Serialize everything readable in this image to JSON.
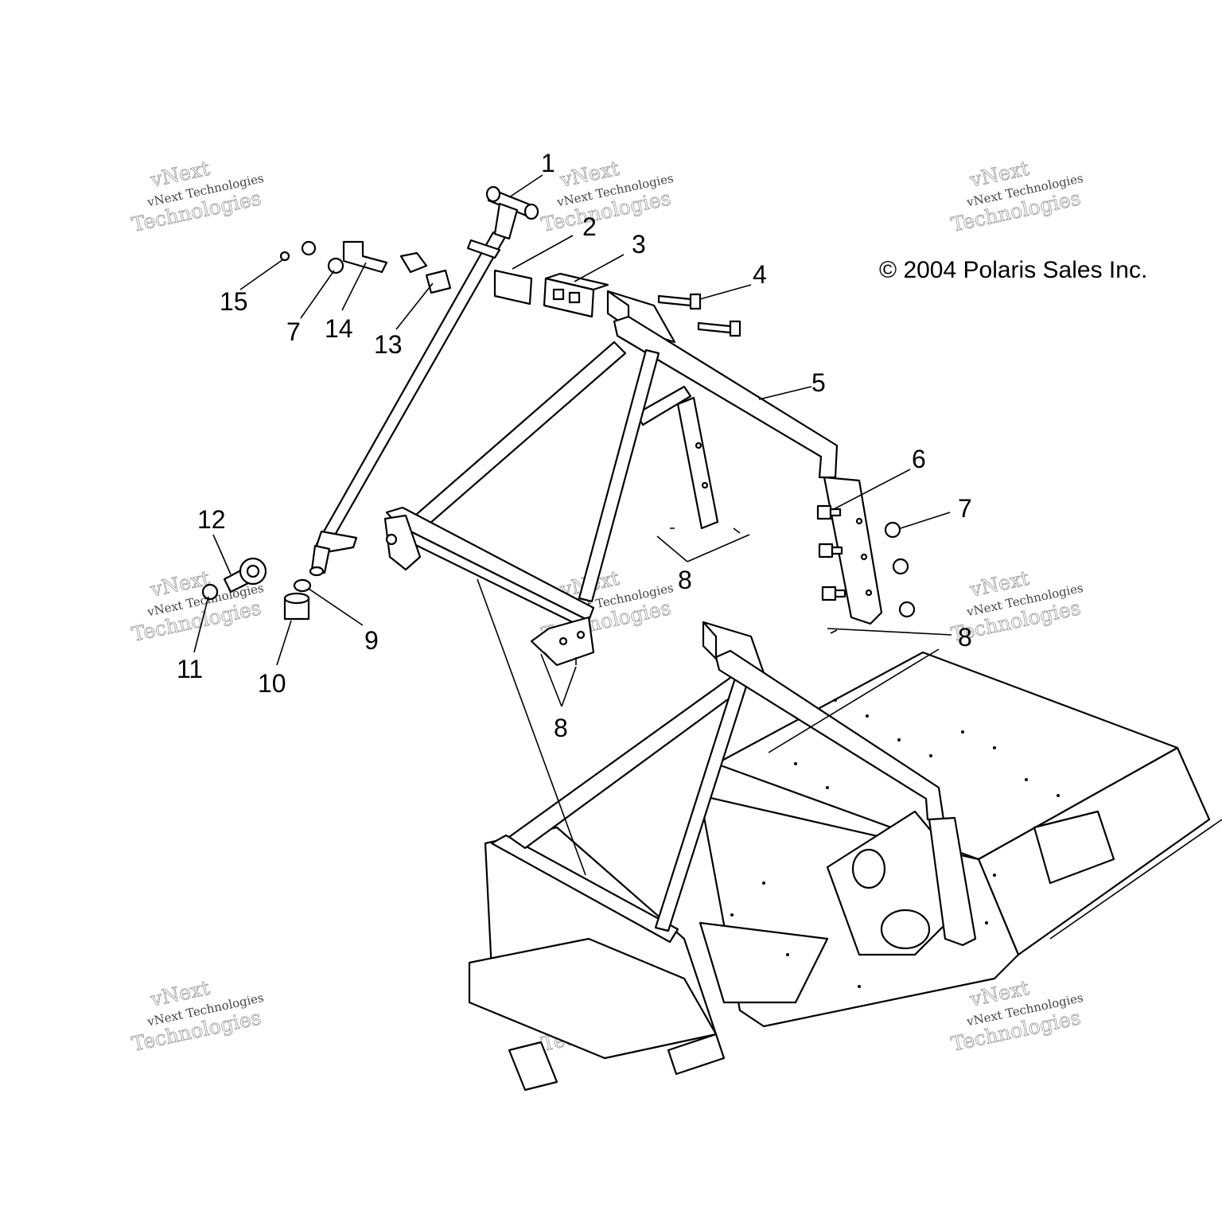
{
  "copyright": "© 2004 Polaris Sales Inc.",
  "watermark": {
    "line1": "vNext Technologies",
    "line2": "vNext",
    "line3": "Technologies"
  },
  "callouts": [
    "1",
    "2",
    "3",
    "4",
    "5",
    "6",
    "7",
    "7",
    "8",
    "8",
    "8",
    "9",
    "10",
    "11",
    "12",
    "13",
    "14",
    "15"
  ]
}
